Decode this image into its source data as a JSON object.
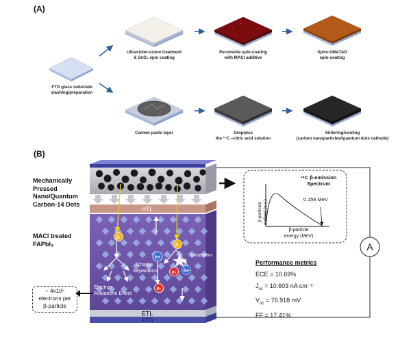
{
  "panel_a": {
    "label": "(A)",
    "steps": [
      {
        "lines": [
          "FTO glass substrate",
          "washing/preparation"
        ]
      },
      {
        "lines": [
          "Ultraviolet-ozone treatment",
          "& SnO₂ spin coating"
        ]
      },
      {
        "lines": [
          "Perovskite spin-coating",
          "with MACl additive"
        ]
      },
      {
        "lines": [
          "Spiro-OMeTAD",
          "spin-coating"
        ]
      },
      {
        "lines": [
          "Carbon paste layer"
        ]
      },
      {
        "lines": [
          "Dropwise",
          "the ¹⁴C –citric acid solution"
        ]
      },
      {
        "lines": [
          "Sintering/cooling",
          "(carbon nanoparticles/quantum dots cathode)"
        ]
      }
    ]
  },
  "panel_b": {
    "label": "(B)",
    "left_top_lines": [
      "Mechanically",
      "Pressed",
      "Nano/Quantum",
      "Carbon-14 Dots"
    ],
    "left_mid_lines": [
      "MACl treated",
      "FAPbI₃"
    ],
    "callout_lines": [
      "~ 4x10⁵",
      "electrons per",
      "β-particle"
    ],
    "layer_htl": "HTL",
    "layer_etl": "ETL",
    "layer_fto": "FTO",
    "beta_symbol": "β-",
    "hole_symbol": "h+",
    "electron_symbol": "e-",
    "ionization": "Ionization",
    "charge_separation_lines": [
      "Charge",
      "Separation"
    ],
    "avalanche_lines": [
      "Electron",
      "Avalanche Effect"
    ],
    "ammeter_symbol": "A",
    "spectrum": {
      "title_lines": [
        "¹⁴C β-emission",
        "Spectrum"
      ],
      "ylabel_lines": [
        "β-particles",
        "emitted (a.u.)"
      ],
      "xlabel_lines": [
        "β-particle",
        "energy (MeV)"
      ],
      "endpoint": "0.156 MeV"
    },
    "metrics": {
      "title": "Performance metrics",
      "rows": [
        {
          "pre": "ECE = 10.69%",
          "sub": "",
          "post": ""
        },
        {
          "pre": "J",
          "sub": "sc",
          "post": " = 10.603 nA cm⁻²"
        },
        {
          "pre": "V",
          "sub": "oc",
          "post": " = 76.918 mV"
        },
        {
          "pre": "FF = 17.41%",
          "sub": "",
          "post": ""
        }
      ]
    }
  },
  "colors": {
    "fto": "#c5d2ec",
    "sno2": "#f3f1ea",
    "perovskite": "#7a0c0e",
    "spiro": "#b35a18",
    "carbon_paste": "#5a5a5a",
    "cathode": "#262626",
    "device_purple": "#6a4fa3",
    "htl": "#c9968a",
    "etl": "#c9ced8",
    "fto_layer": "#4b4fa8"
  }
}
